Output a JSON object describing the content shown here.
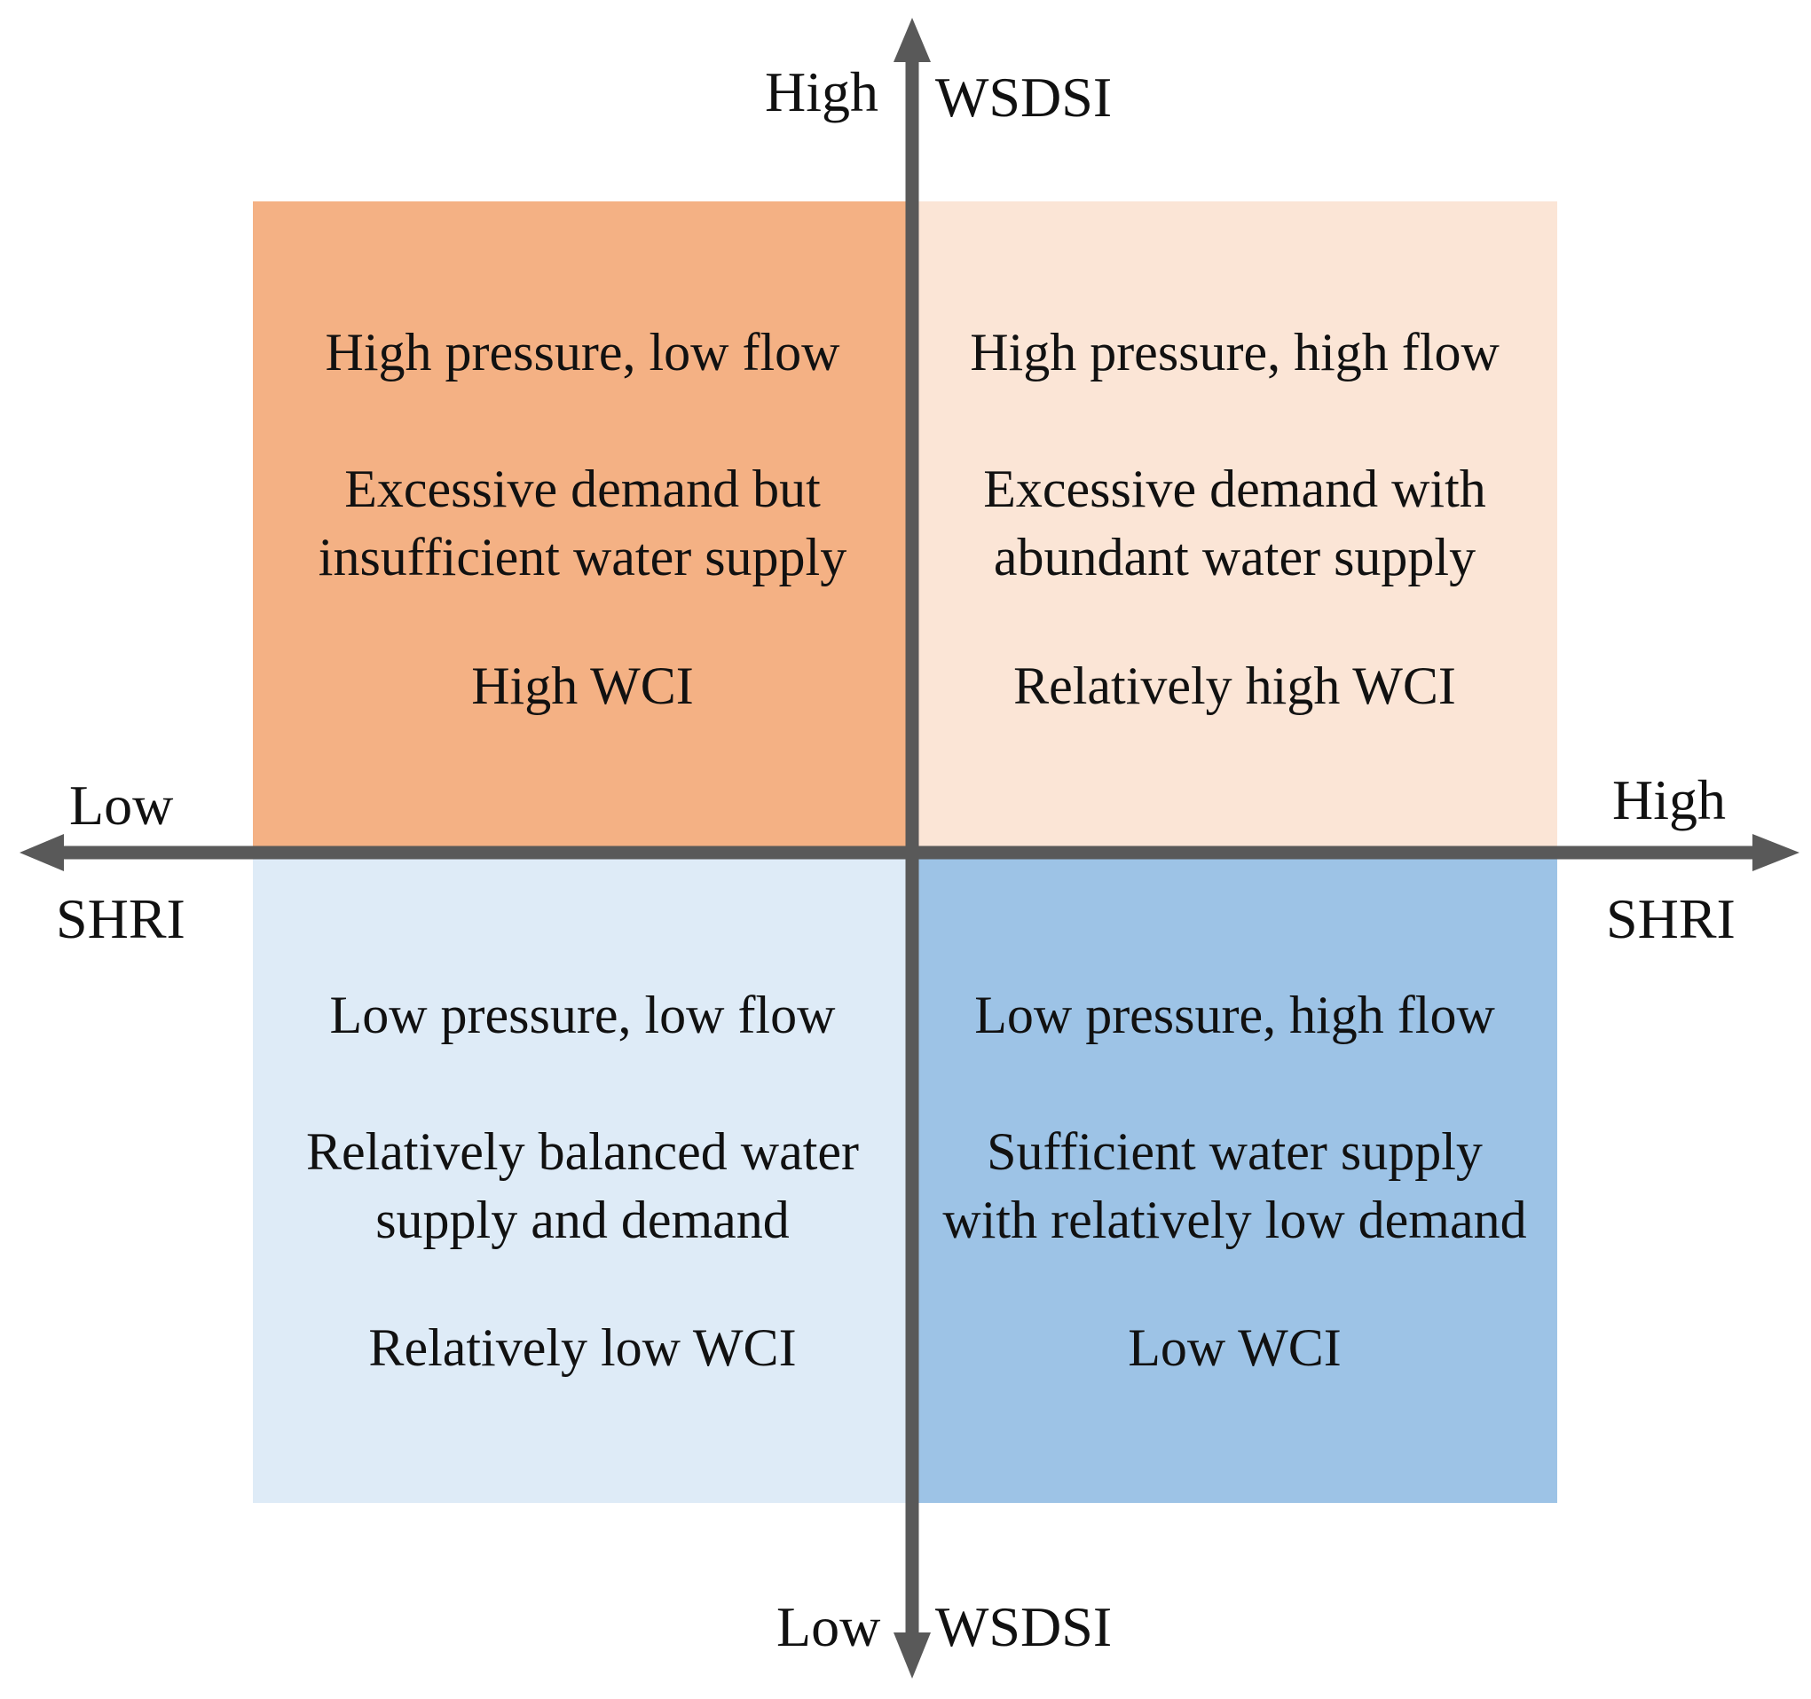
{
  "colors": {
    "top_left": "#F4B184",
    "top_right": "#FBE5D6",
    "bottom_left": "#DEEBF7",
    "bottom_right": "#9DC3E6",
    "axis": "#595959"
  },
  "quadrants": {
    "top_left": {
      "title": "High pressure, low flow",
      "desc_line1": "Excessive demand but",
      "desc_line2": "insufficient water supply",
      "level": "High WCI"
    },
    "top_right": {
      "title": "High pressure, high flow",
      "desc_line1": "Excessive demand with",
      "desc_line2": "abundant water supply",
      "level": "Relatively high WCI"
    },
    "bottom_left": {
      "title": "Low pressure, low flow",
      "desc_line1": "Relatively balanced water",
      "desc_line2": "supply and demand",
      "level": "Relatively low WCI"
    },
    "bottom_right": {
      "title": "Low pressure, high flow",
      "desc_line1": "Sufficient water supply",
      "desc_line2": "with relatively low demand",
      "level": "Low WCI"
    }
  },
  "axes": {
    "vertical": {
      "name_top": "WSDSI",
      "high": "High",
      "name_bottom": "WSDSI",
      "low": "Low"
    },
    "horizontal": {
      "low": "Low",
      "name_left": "SHRI",
      "high": "High",
      "name_right": "SHRI"
    }
  }
}
